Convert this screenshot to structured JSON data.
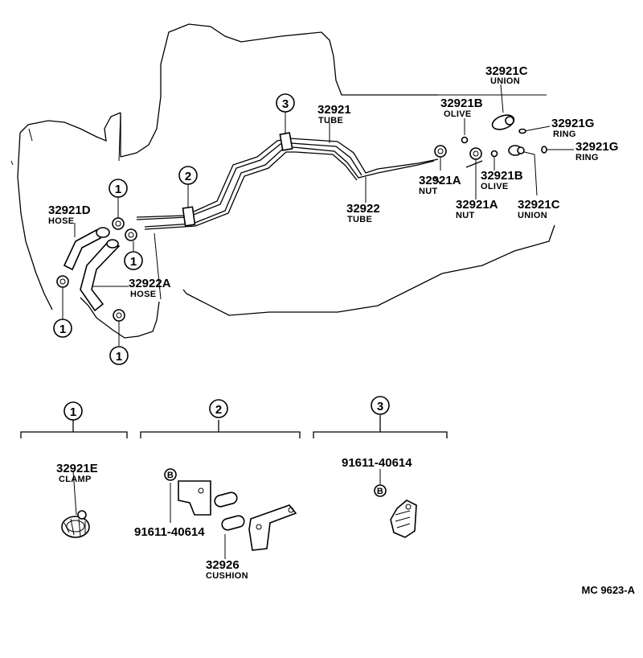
{
  "callouts": [
    {
      "num": "32921C",
      "name": "UNION"
    },
    {
      "num": "32921",
      "name": "TUBE"
    },
    {
      "num": "32921B",
      "name": "OLIVE"
    },
    {
      "num": "32921G",
      "name": "RING"
    },
    {
      "num": "32921G",
      "name": "RING"
    },
    {
      "num": "32921D",
      "name": "HOSE"
    },
    {
      "num": "32921A",
      "name": "NUT"
    },
    {
      "num": "32921B",
      "name": "OLIVE"
    },
    {
      "num": "32922",
      "name": "TUBE"
    },
    {
      "num": "32921A",
      "name": "NUT"
    },
    {
      "num": "32921C",
      "name": "UNION"
    },
    {
      "num": "32922A",
      "name": "HOSE"
    },
    {
      "num": "32921E",
      "name": "CLAMP"
    },
    {
      "num": "91611-40614",
      "name": ""
    },
    {
      "num": "32926",
      "name": "CUSHION"
    },
    {
      "num": "91611-40614",
      "name": ""
    }
  ],
  "indices": [
    "1",
    "2",
    "3"
  ],
  "bolt_symbol": "B",
  "reference": "MC  9623-A"
}
